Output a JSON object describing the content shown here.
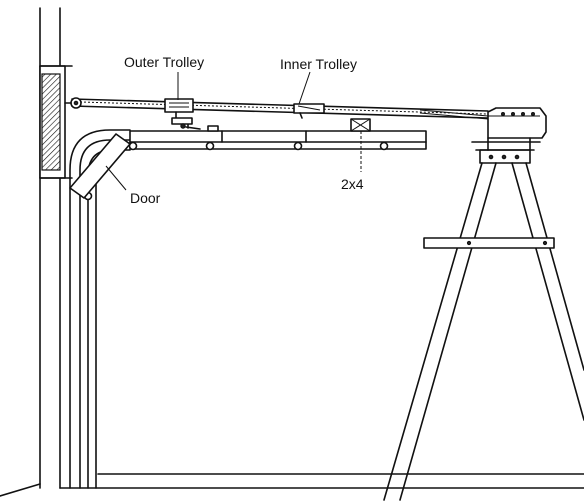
{
  "labels": {
    "outer_trolley": "Outer Trolley",
    "inner_trolley": "Inner Trolley",
    "door": "Door",
    "two_by_four": "2x4"
  }
}
